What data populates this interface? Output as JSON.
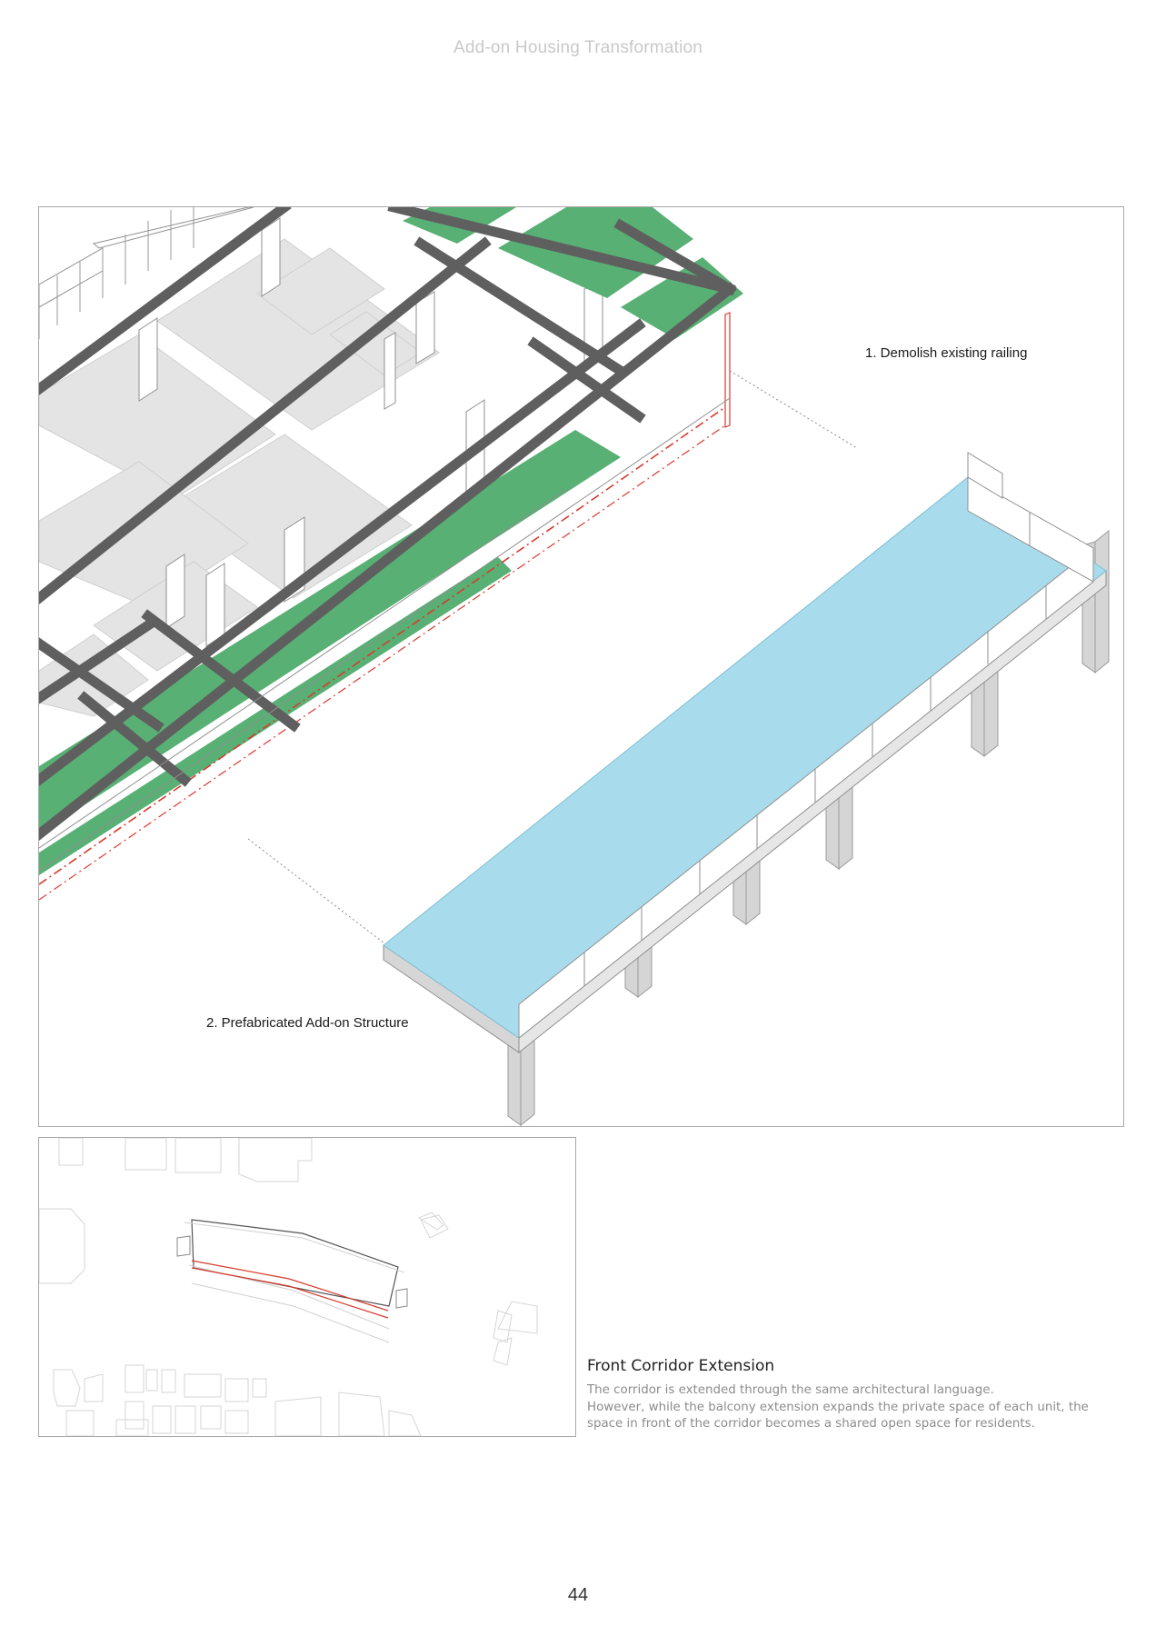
{
  "page": {
    "header": "Add-on Housing Transformation",
    "page_number": "44"
  },
  "diagram": {
    "callouts": {
      "demolish": "1.   Demolish existing railing",
      "prefab": "2. Prefabricated Add-on Structure"
    },
    "colors": {
      "balcony_green": "#58b074",
      "add_on_deck_blue": "#a8dcec",
      "roof_beam_grey": "#5f5f5f",
      "room_floor_grey": "#e4e4e4",
      "column_grey": "#d5d5d5",
      "demolished_railing_red": "#d93a2e",
      "frame_border": "#a9a9a9"
    }
  },
  "site_plan": {
    "colors": {
      "building_outline": "#555555",
      "new_corridor_line": "#d93a2e",
      "context_buildings": "#d6d6d6"
    }
  },
  "caption": {
    "title": "Front Corridor Extension",
    "lines": [
      "The corridor is extended through the same architectural language.",
      "However, while the balcony extension expands the private space of each unit, the",
      "space in front of the corridor becomes a shared open space for residents."
    ]
  }
}
